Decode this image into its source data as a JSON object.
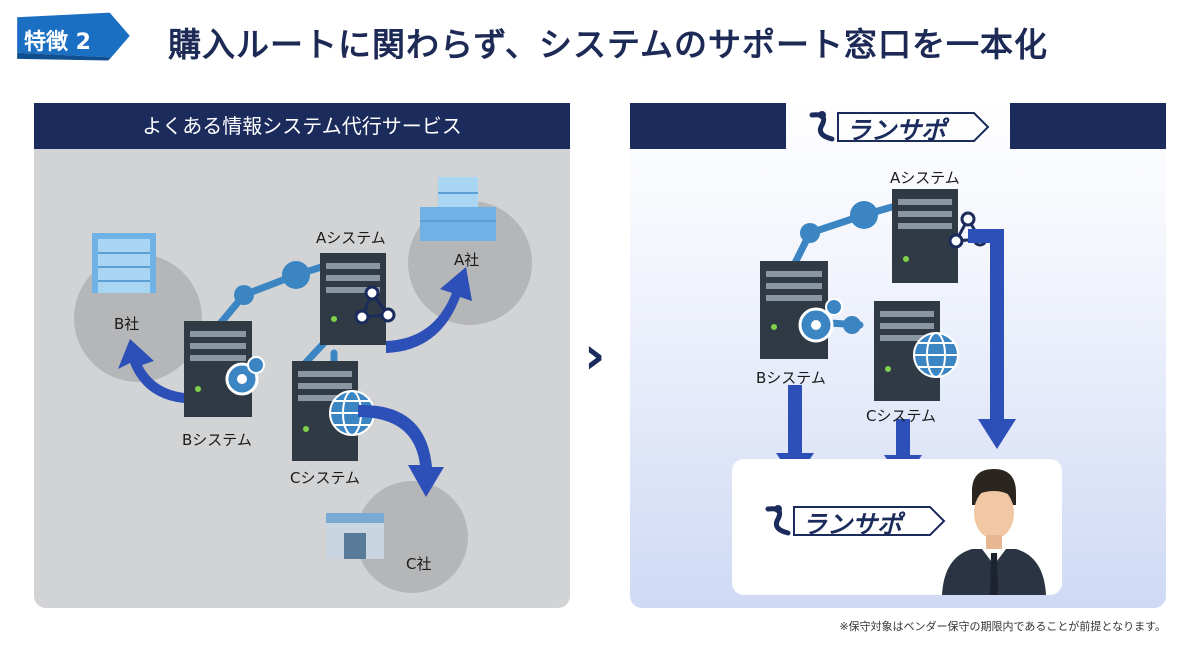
{
  "badge": {
    "label": "特徴 2",
    "color": "#1a6fc2"
  },
  "headline": "購入ルートに関わらず、システムのサポート窓口を一本化",
  "left_panel": {
    "title": "よくある情報システム代行サービス",
    "companies": {
      "a": "A社",
      "b": "B社",
      "c": "C社"
    },
    "systems": {
      "a": "Aシステム",
      "b": "Bシステム",
      "c": "Cシステム"
    }
  },
  "right_panel": {
    "logo": "ランサポ",
    "systems": {
      "a": "Aシステム",
      "b": "Bシステム",
      "c": "Cシステム"
    },
    "result_logo": "ランサポ"
  },
  "transition_arrow": "›",
  "footnote": "※保守対象はベンダー保守の期限内であることが前提となります。",
  "colors": {
    "navy": "#1b2b5c",
    "arrow_blue": "#2d4fb8",
    "link_blue": "#3a85c2",
    "server_dark": "#2f3a44",
    "panel_grey": "#d2d3d5"
  },
  "icons": [
    "server-icon",
    "gear-icon",
    "globe-icon",
    "network-icon",
    "building-icon",
    "person-icon"
  ]
}
